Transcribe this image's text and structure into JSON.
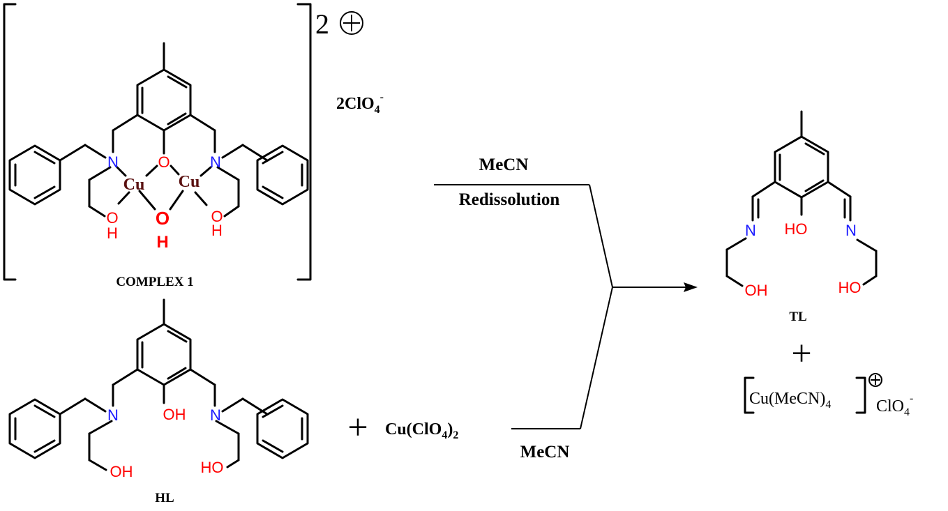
{
  "complex1": {
    "charge": "2",
    "counterion": "2ClO",
    "counterion_sub": "4",
    "counterion_sup": "-",
    "label": "COMPLEX 1",
    "atoms": {
      "N_left": "N",
      "N_right": "N",
      "O_bridge_top": "O",
      "Cu_left": "Cu",
      "Cu_right": "Cu",
      "O_bridge_bottom": "O",
      "H_bridge_bottom": "H",
      "O_left_arm": "O",
      "H_left_arm": "H",
      "O_right_arm": "O",
      "H_right_arm": "H"
    }
  },
  "hl": {
    "label": "HL",
    "atoms": {
      "N_left": "N",
      "N_right": "N",
      "OH_center": "OH",
      "OH_left": "OH",
      "HO_right": "HO"
    }
  },
  "reagent": {
    "plus": "+",
    "text": "Cu(ClO",
    "sub": "4",
    "close": ")",
    "close_sub": "2"
  },
  "conditions": {
    "top_line1": "MeCN",
    "top_line2": "Redissolution",
    "bottom": "MeCN"
  },
  "tl": {
    "label": "TL",
    "atoms": {
      "N_left": "N",
      "N_right": "N",
      "HO_center": "HO",
      "OH_left": "OH",
      "HO_right": "HO"
    }
  },
  "product2": {
    "plus": "+",
    "text": "Cu(MeCN)",
    "sub": "4",
    "counterion": "ClO",
    "counterion_sub": "4",
    "counterion_sup": "-"
  }
}
